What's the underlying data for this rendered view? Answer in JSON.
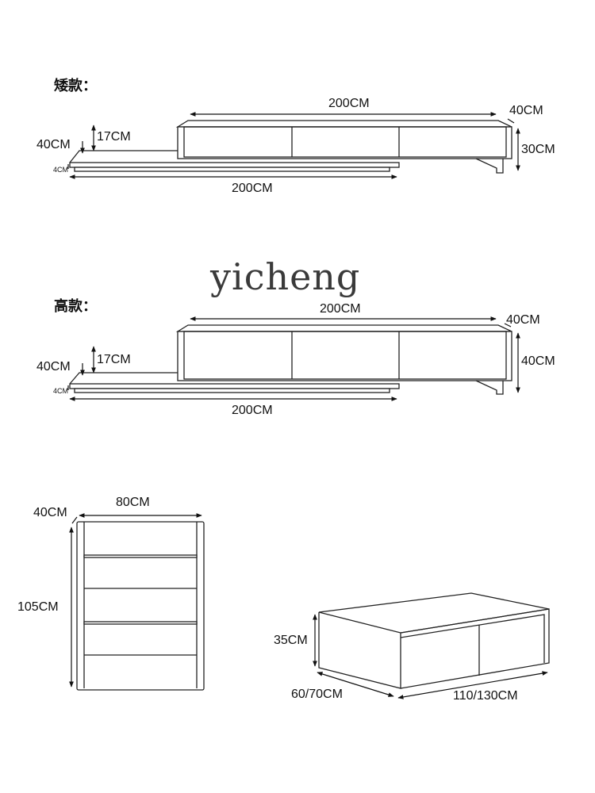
{
  "watermark": "yicheng",
  "low_model": {
    "heading": "矮款：",
    "width_top": "200CM",
    "depth": "40CM",
    "height": "30CM",
    "ext_depth": "40CM",
    "ext_height": "17CM",
    "ext_thickness": "4CM",
    "width_bottom": "200CM"
  },
  "high_model": {
    "heading": "高款：",
    "width_top": "200CM",
    "depth": "40CM",
    "height": "40CM",
    "ext_depth": "40CM",
    "ext_height": "17CM",
    "ext_thickness": "4CM",
    "width_bottom": "200CM"
  },
  "cabinet": {
    "width": "80CM",
    "depth": "40CM",
    "height": "105CM"
  },
  "coffee_table": {
    "height": "35CM",
    "depth": "60/70CM",
    "length": "110/130CM"
  }
}
